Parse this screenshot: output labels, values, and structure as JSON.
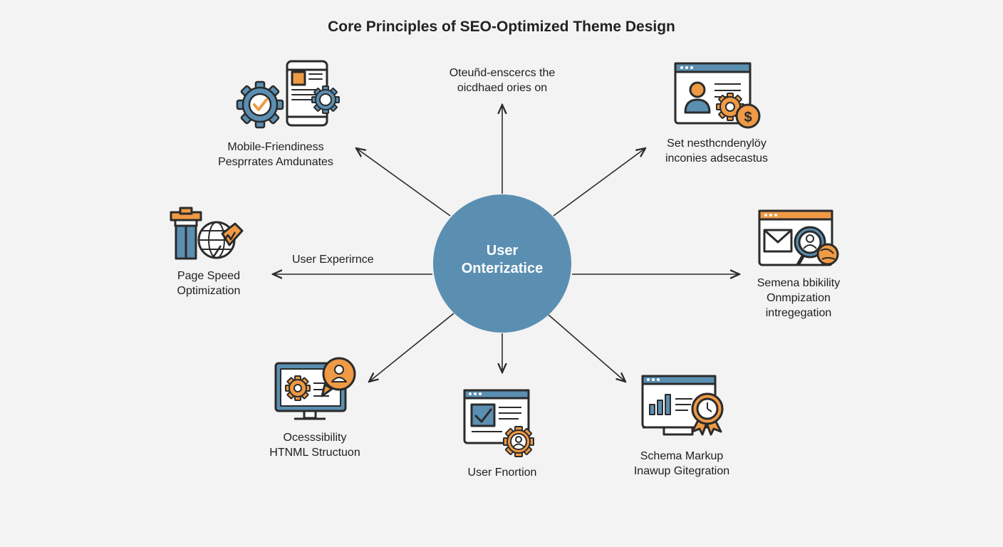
{
  "title": "Core Principles of SEO-Optimized Theme Design",
  "center": {
    "line1": "User",
    "line2": "Onterizatice"
  },
  "colors": {
    "blue": "#5b8fb2",
    "orange": "#ef9a45",
    "ink": "#2b2b2b",
    "background": "#f3f3f3"
  },
  "nodes": {
    "top": {
      "line1": "Oteuñd-enscercs the",
      "line2": "oicdhaed ories on"
    },
    "top_left": {
      "line1": "Mobile-Friendiness",
      "line2": "Pesprrates Amdunates",
      "icon": "mobile-gear-icon"
    },
    "top_right": {
      "line1": "Set nesthcndenylöy",
      "line2": "inconies adsecastus",
      "icon": "browser-user-dollar-icon"
    },
    "left": {
      "line1": "Page Speed",
      "line2": "Optimization",
      "icon": "speed-globe-icon"
    },
    "left_arrow": {
      "label": "User Experirnce"
    },
    "right": {
      "line1": "Semena bbikility",
      "line2": "Onmpization",
      "line3": "intregegation",
      "icon": "browser-mail-search-icon"
    },
    "bottom_left": {
      "line1": "Ocesssibility",
      "line2": "HTNML Structuon",
      "icon": "monitor-gear-user-icon"
    },
    "bottom": {
      "line1": "User Fnortion",
      "icon": "browser-check-user-icon"
    },
    "bottom_right": {
      "line1": "Schema Markup",
      "line2": "Inawup Gitegration",
      "icon": "chart-award-icon"
    }
  }
}
